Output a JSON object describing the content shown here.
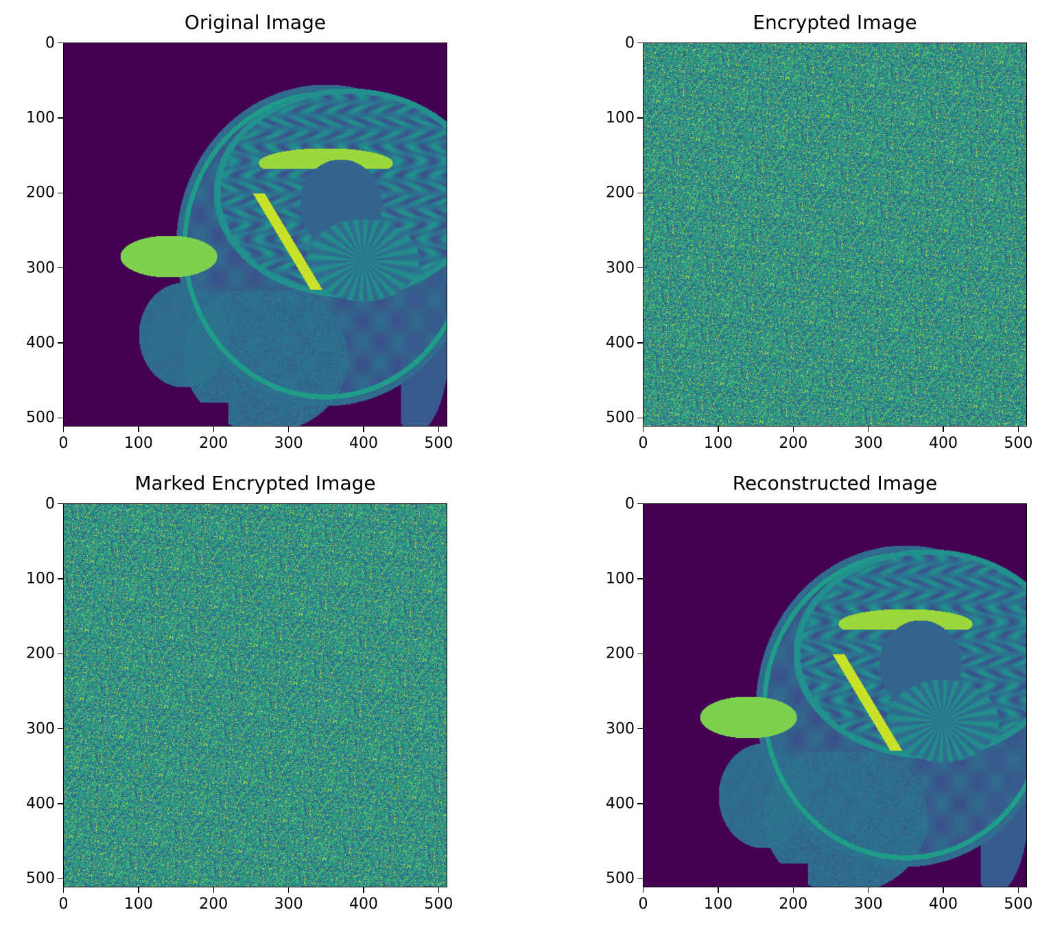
{
  "chart_data": [
    {
      "type": "heatmap",
      "title": "Original Image",
      "content": "image",
      "xlim": [
        0,
        511
      ],
      "ylim": [
        511,
        0
      ],
      "xticks": [
        "0",
        "100",
        "200",
        "300",
        "400",
        "500"
      ],
      "yticks": [
        "0",
        "100",
        "200",
        "300",
        "400",
        "500"
      ],
      "colormap": "viridis",
      "grid": false
    },
    {
      "type": "heatmap",
      "title": "Encrypted Image",
      "content": "noise",
      "xlim": [
        0,
        511
      ],
      "ylim": [
        511,
        0
      ],
      "xticks": [
        "0",
        "100",
        "200",
        "300",
        "400",
        "500"
      ],
      "yticks": [
        "0",
        "100",
        "200",
        "300",
        "400",
        "500"
      ],
      "colormap": "viridis",
      "grid": false
    },
    {
      "type": "heatmap",
      "title": "Marked Encrypted Image",
      "content": "noise",
      "xlim": [
        0,
        511
      ],
      "ylim": [
        511,
        0
      ],
      "xticks": [
        "0",
        "100",
        "200",
        "300",
        "400",
        "500"
      ],
      "yticks": [
        "0",
        "100",
        "200",
        "300",
        "400",
        "500"
      ],
      "colormap": "viridis",
      "grid": false
    },
    {
      "type": "heatmap",
      "title": "Reconstructed Image",
      "content": "image",
      "xlim": [
        0,
        511
      ],
      "ylim": [
        511,
        0
      ],
      "xticks": [
        "0",
        "100",
        "200",
        "300",
        "400",
        "500"
      ],
      "yticks": [
        "0",
        "100",
        "200",
        "300",
        "400",
        "500"
      ],
      "colormap": "viridis",
      "grid": false
    }
  ],
  "colors": {
    "viridis_dark": "#440154",
    "viridis_blue": "#3b528b",
    "viridis_teal": "#21918c",
    "viridis_green": "#5ec962",
    "viridis_yellow": "#fde725"
  }
}
